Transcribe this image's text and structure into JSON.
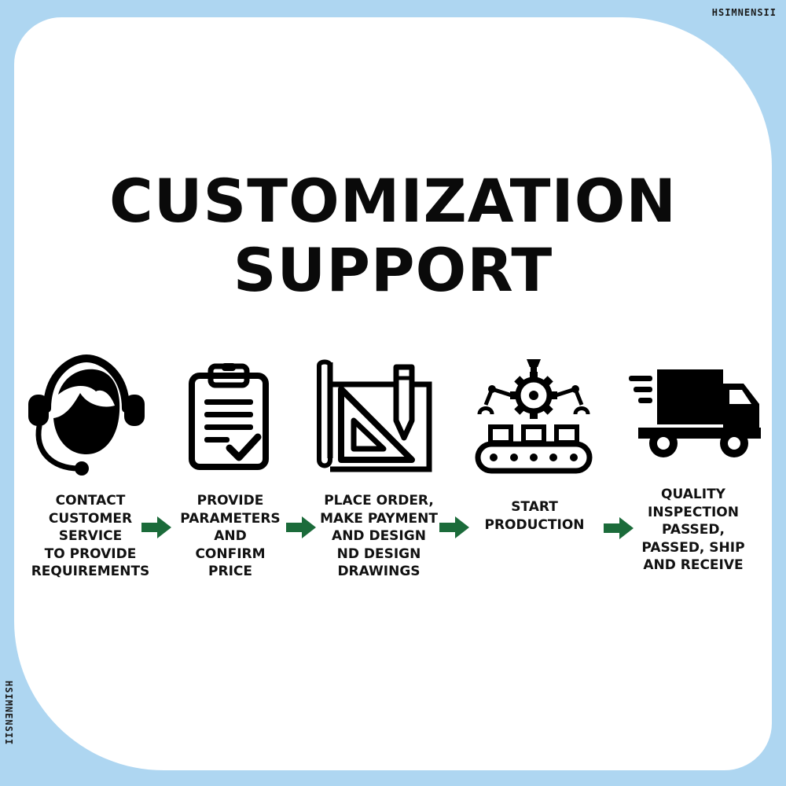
{
  "watermark": "HSIMNENSII",
  "title": {
    "line1": "CUSTOMIZATION",
    "line2": "SUPPORT"
  },
  "steps": [
    {
      "icon": "headset-agent-icon",
      "lines": [
        "CONTACT",
        "CUSTOMER",
        "SERVICE",
        "TO PROVIDE",
        "REQUIREMENTS"
      ]
    },
    {
      "icon": "clipboard-check-icon",
      "lines": [
        "PROVIDE",
        "PARAMETERS",
        "AND",
        "CONFIRM",
        "PRICE"
      ]
    },
    {
      "icon": "blueprint-set-square-icon",
      "lines": [
        "PLACE ORDER,",
        "MAKE PAYMENT",
        "AND DESIGN",
        "ND DESIGN",
        "DRAWINGS"
      ]
    },
    {
      "icon": "production-conveyor-icon",
      "lines": [
        "START",
        "PRODUCTION"
      ]
    },
    {
      "icon": "delivery-truck-icon",
      "lines": [
        "QUALITY",
        "INSPECTION",
        "PASSED,",
        "PASSED, SHIP",
        "AND RECEIVE"
      ]
    }
  ],
  "colors": {
    "background": "#aed6f1",
    "card": "#ffffff",
    "text": "#111111",
    "arrow": "#1b6b3a"
  }
}
